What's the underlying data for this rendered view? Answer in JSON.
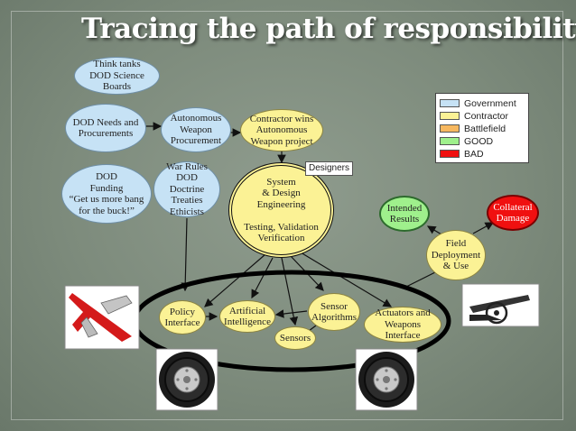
{
  "title": "Tracing the path of responsibility",
  "nodes": {
    "think_tanks": "Think tanks\nDOD Science Boards",
    "dod_needs": "DOD Needs and\nProcurements",
    "autonomous_weapon": "Autonomous\nWeapon\nProcurement",
    "contractor_wins": "Contractor wins\nAutonomous\nWeapon project",
    "dod_funding": "DOD\nFunding\n“Get us more bang\nfor the buck!”",
    "war_rules": "War Rules\nDOD Doctrine\nTreaties\nEthicists",
    "system_design": "System\n& Design\nEngineering\n\nTesting, Validation\nVerification",
    "intended_results": "Intended\nResults",
    "collateral_damage": "Collateral\nDamage",
    "field_deployment": "Field\nDeployment\n& Use",
    "policy_interface": "Policy\nInterface",
    "artificial_intelligence": "Artificial\nIntelligence",
    "sensor_algorithms": "Sensor\nAlgorithms",
    "sensors": "Sensors",
    "actuators": "Actuators and\nWeapons Interface"
  },
  "designers_label": "Designers",
  "legend": [
    {
      "label": "Government",
      "color": "#c6e2f5"
    },
    {
      "label": "Contractor",
      "color": "#fbf295"
    },
    {
      "label": "Battlefield",
      "color": "#f7b860"
    },
    {
      "label": "GOOD",
      "color": "#9ff08c"
    },
    {
      "label": "BAD",
      "color": "#f01010"
    }
  ],
  "colors": {
    "government": "#c6e2f5",
    "contractor": "#fbf295",
    "good": "#9ff08c",
    "bad": "#f01010",
    "title": "#ffffff"
  },
  "images": {
    "left_picture": "drone-icon",
    "right_picture": "cannon-icon",
    "wheels": "wheel-icon"
  }
}
